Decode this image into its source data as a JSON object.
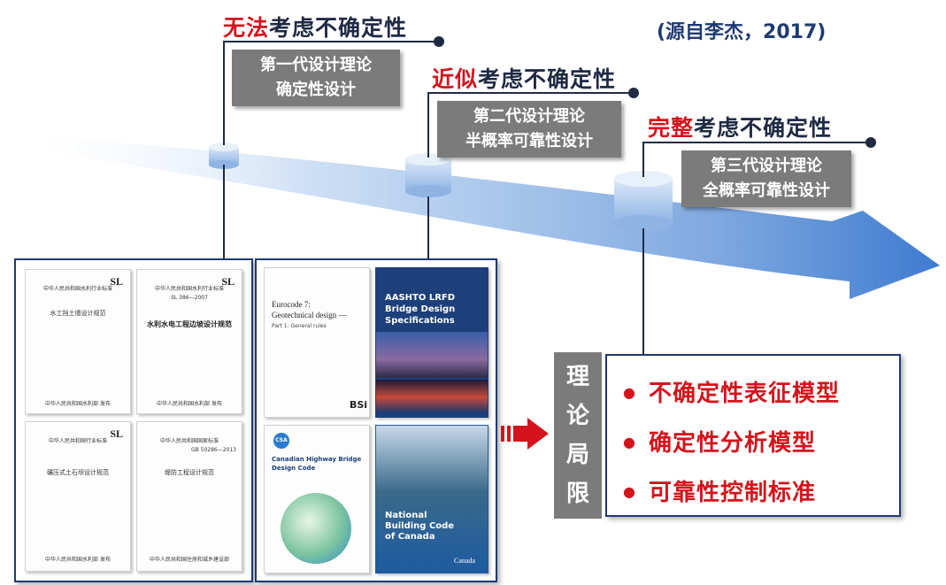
{
  "source_note": "(源自李杰，2017)",
  "generations": [
    {
      "highlight": "无法",
      "rest": "考虑不确定性",
      "line1": "第一代设计理论",
      "line2": "确定性设计"
    },
    {
      "highlight": "近似",
      "rest": "考虑不确定性",
      "line1": "第二代设计理论",
      "line2": "半概率可靠性设计"
    },
    {
      "highlight": "完整",
      "rest": "考虑不确定性",
      "line1": "第三代设计理论",
      "line2": "全概率可靠性设计"
    }
  ],
  "limitations": {
    "label_chars": [
      "理",
      "论",
      "局",
      "限"
    ],
    "items": [
      "不确定性表征模型",
      "确定性分析模型",
      "可靠性控制标准"
    ]
  },
  "docs": {
    "sl1": {
      "header": "中华人民共和国水利行业标准",
      "mark": "SL",
      "title": "水工挡土墙设计规范",
      "footer": "中华人民共和国水利部 发布"
    },
    "sl2": {
      "header": "中华人民共和国水利行业标准",
      "mark": "SL",
      "code": "SL 386—2007",
      "title": "水利水电工程边坡设计规范",
      "footer": "中华人民共和国水利部 发布"
    },
    "sl3": {
      "header": "中华人民共和国行业标准",
      "mark": "SL",
      "title": "碾压式土石坝设计规范",
      "footer": "中华人民共和国水利部 发布"
    },
    "gb": {
      "header": "中华人民共和国国家标准",
      "code": "GB 50286—2013",
      "title": "堤防工程设计规范",
      "footer": "中华人民共和国住房和城乡建设部"
    },
    "eurocode": {
      "title": "Eurocode 7:",
      "subtitle": "Geotechnical design —",
      "part": "Part 1: General rules",
      "logo": "BSi"
    },
    "aashto": {
      "title": "AASHTO LRFD",
      "line2": "Bridge Design",
      "line3": "Specifications"
    },
    "csa": {
      "logo": "CSA",
      "title": "Canadian Highway Bridge",
      "line2": "Design Code"
    },
    "nbc": {
      "line1": "National",
      "line2": "Building Code",
      "line3": "of Canada",
      "mark": "Canada"
    }
  },
  "colors": {
    "accent_red": "#d4141c",
    "navy": "#1f2a44",
    "box_gray": "#7b7b7b",
    "arrow_blue": "#4a86d4"
  }
}
